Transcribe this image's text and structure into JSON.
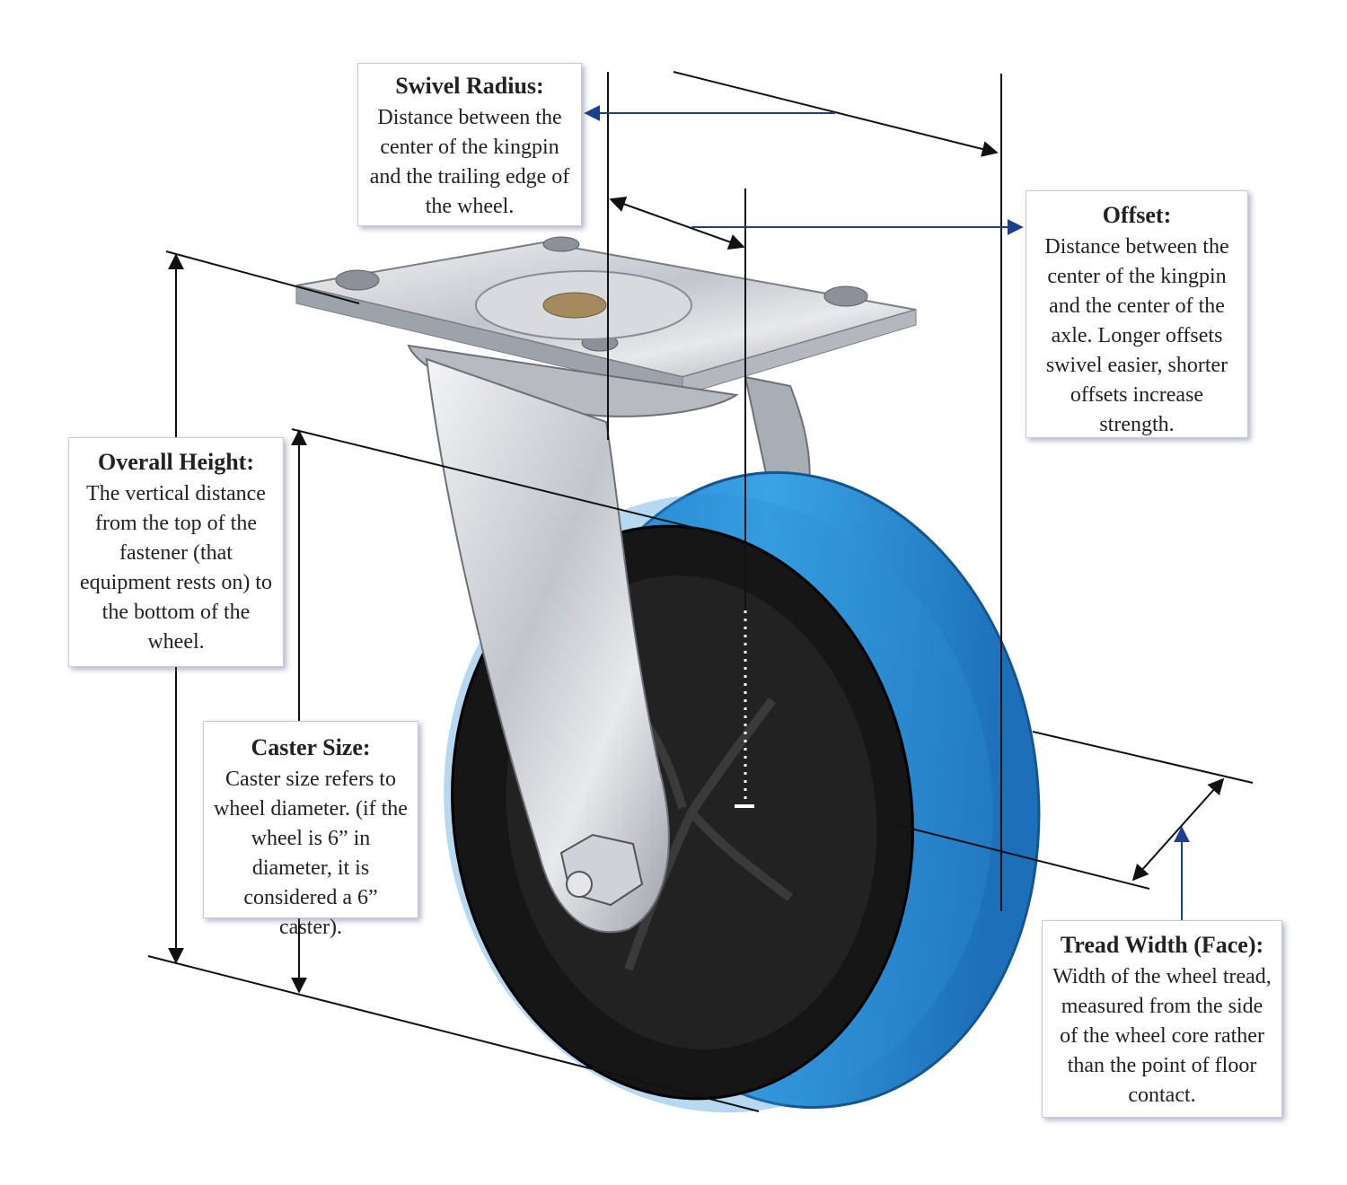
{
  "labels": {
    "swivel_radius": {
      "title": "Swivel Radius:",
      "body": "Distance between the center of the kingpin and the trailing edge of the wheel."
    },
    "offset": {
      "title": "Offset:",
      "body": "Distance between the center of the kingpin and the center of the axle. Longer offsets swivel easier, shorter offsets increase strength."
    },
    "overall_height": {
      "title": "Overall Height:",
      "body": "The vertical distance from the top of the fastener (that equipment rests on) to the bottom of the wheel."
    },
    "caster_size": {
      "title": "Caster Size:",
      "body": "Caster size refers to wheel diameter. (if the wheel is 6” in diameter, it is considered a 6” caster)."
    },
    "tread_width": {
      "title": "Tread Width (Face):",
      "body": "Width of the wheel tread, measured from the side of the wheel core rather than the point of floor contact."
    }
  },
  "colors": {
    "tread_blue": "#2a8fd6",
    "core_black": "#151515",
    "steel": "#c9ccd2",
    "dimension_line": "#111111",
    "arrow_accent": "#1d3f8f"
  }
}
